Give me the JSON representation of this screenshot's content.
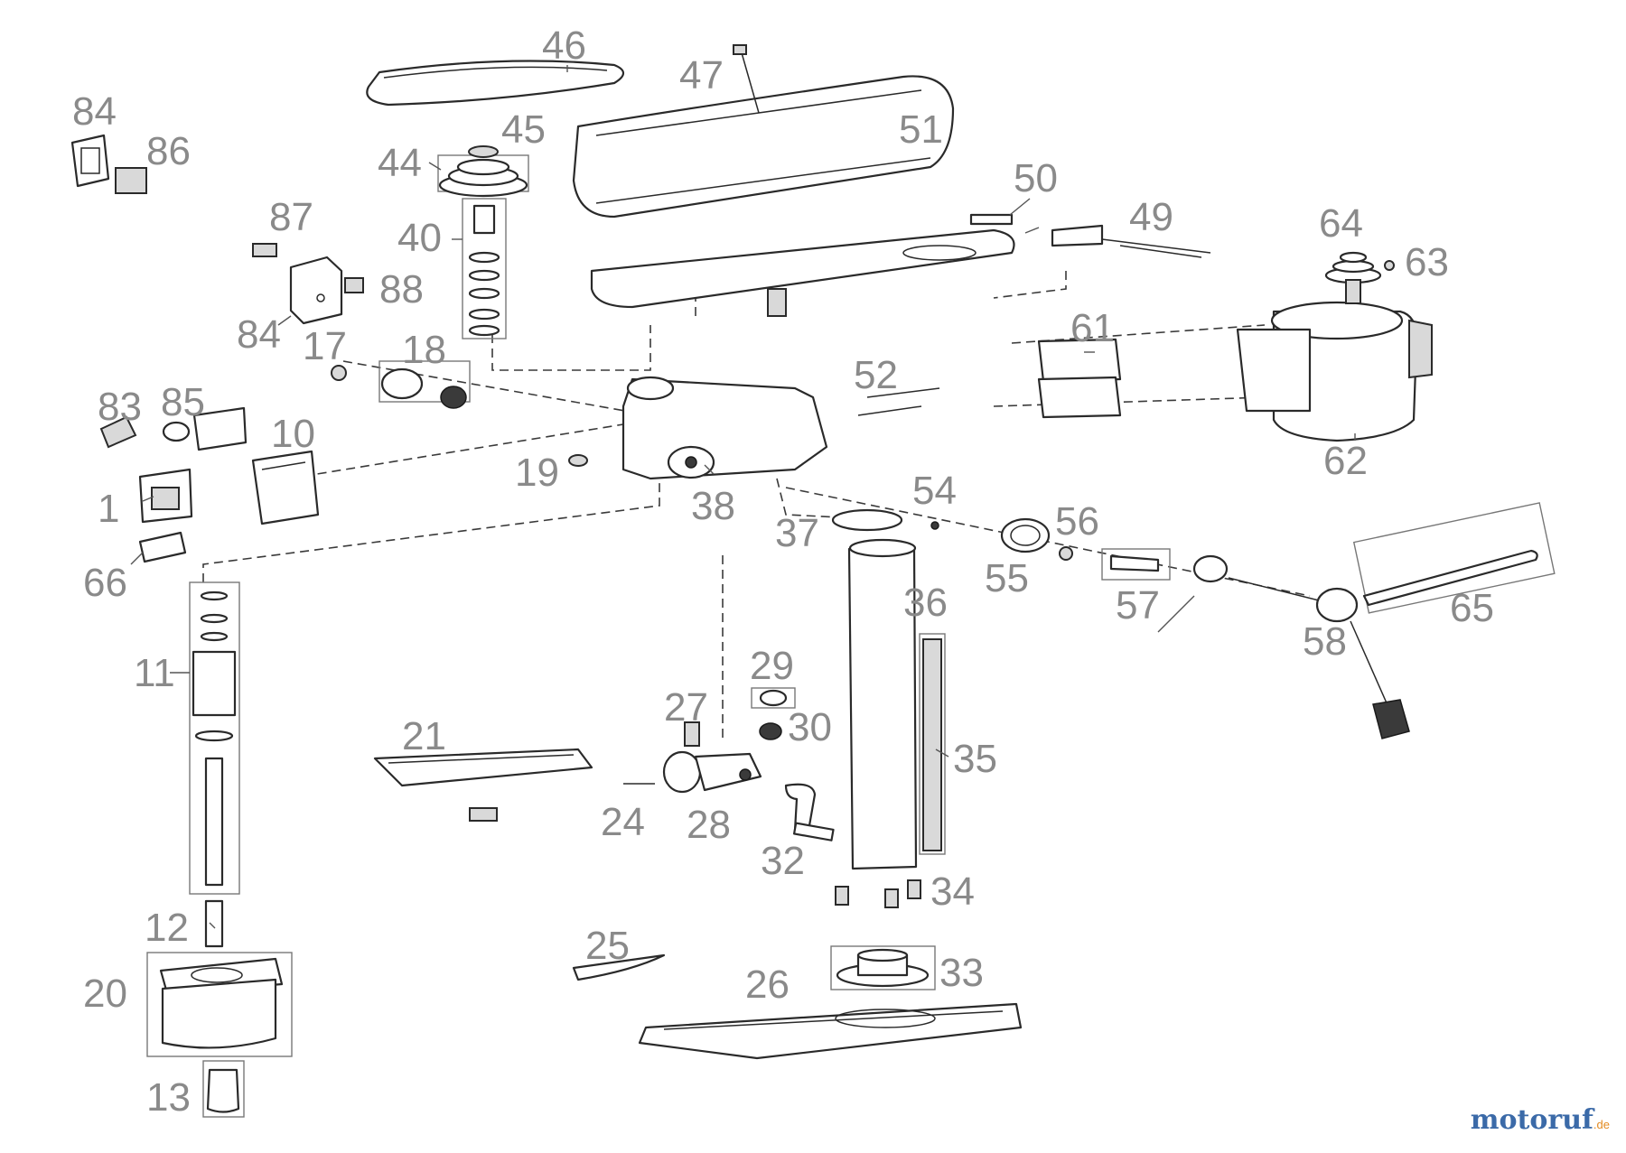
{
  "labels": [
    {
      "id": "1",
      "text": "1"
    },
    {
      "id": "10",
      "text": "10"
    },
    {
      "id": "11",
      "text": "11"
    },
    {
      "id": "12",
      "text": "12"
    },
    {
      "id": "13",
      "text": "13"
    },
    {
      "id": "17",
      "text": "17"
    },
    {
      "id": "18",
      "text": "18"
    },
    {
      "id": "19",
      "text": "19"
    },
    {
      "id": "20",
      "text": "20"
    },
    {
      "id": "21",
      "text": "21"
    },
    {
      "id": "24",
      "text": "24"
    },
    {
      "id": "25",
      "text": "25"
    },
    {
      "id": "26",
      "text": "26"
    },
    {
      "id": "27",
      "text": "27"
    },
    {
      "id": "28",
      "text": "28"
    },
    {
      "id": "29",
      "text": "29"
    },
    {
      "id": "30",
      "text": "30"
    },
    {
      "id": "32",
      "text": "32"
    },
    {
      "id": "33",
      "text": "33"
    },
    {
      "id": "34",
      "text": "34"
    },
    {
      "id": "35",
      "text": "35"
    },
    {
      "id": "36",
      "text": "36"
    },
    {
      "id": "37",
      "text": "37"
    },
    {
      "id": "38",
      "text": "38"
    },
    {
      "id": "40",
      "text": "40"
    },
    {
      "id": "44",
      "text": "44"
    },
    {
      "id": "45",
      "text": "45"
    },
    {
      "id": "46",
      "text": "46"
    },
    {
      "id": "47",
      "text": "47"
    },
    {
      "id": "49",
      "text": "49"
    },
    {
      "id": "50",
      "text": "50"
    },
    {
      "id": "51",
      "text": "51"
    },
    {
      "id": "52",
      "text": "52"
    },
    {
      "id": "54",
      "text": "54"
    },
    {
      "id": "55",
      "text": "55"
    },
    {
      "id": "56",
      "text": "56"
    },
    {
      "id": "57",
      "text": "57"
    },
    {
      "id": "58",
      "text": "58"
    },
    {
      "id": "61",
      "text": "61"
    },
    {
      "id": "62",
      "text": "62"
    },
    {
      "id": "63",
      "text": "63"
    },
    {
      "id": "64",
      "text": "64"
    },
    {
      "id": "65",
      "text": "65"
    },
    {
      "id": "66",
      "text": "66"
    },
    {
      "id": "83",
      "text": "83"
    },
    {
      "id": "84a",
      "text": "84"
    },
    {
      "id": "84b",
      "text": "84"
    },
    {
      "id": "85",
      "text": "85"
    },
    {
      "id": "86",
      "text": "86"
    },
    {
      "id": "87",
      "text": "87"
    },
    {
      "id": "88",
      "text": "88"
    }
  ],
  "brand": {
    "name": "motoruf",
    "tld": ".de"
  },
  "colors": {
    "label": "#8a8a8a",
    "line": "#2a2a2a",
    "brand": "#3b6aa8",
    "brand_dot": "#e38a20"
  }
}
